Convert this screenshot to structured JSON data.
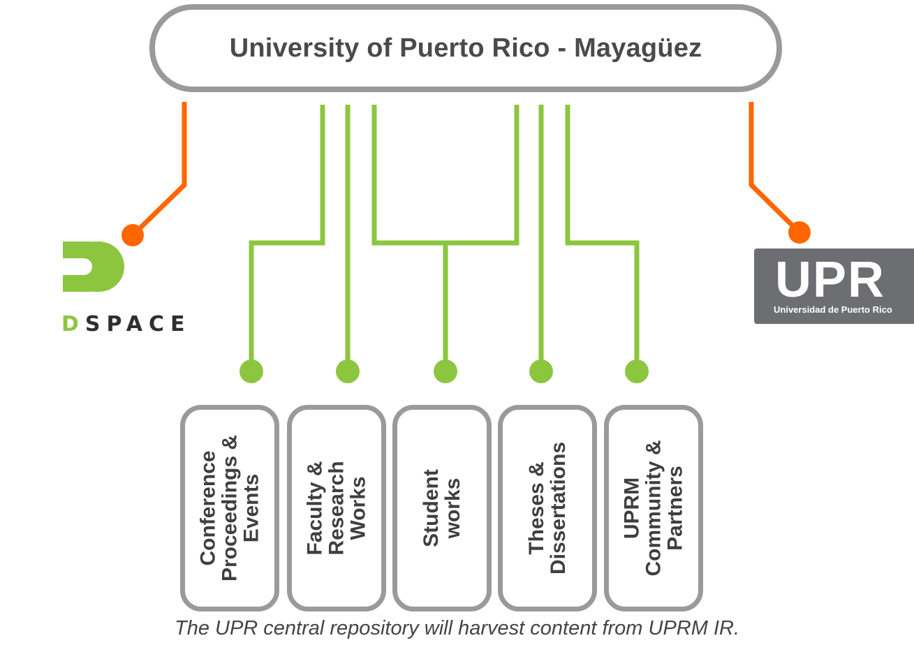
{
  "title": "University of Puerto Rico - Mayagüez",
  "categories": [
    {
      "lines": [
        "Conference",
        "Proceedings &",
        "Events"
      ]
    },
    {
      "lines": [
        "Faculty &",
        "Research",
        "Works"
      ]
    },
    {
      "lines": [
        "Student",
        "works"
      ]
    },
    {
      "lines": [
        "Theses &",
        "Dissertations"
      ]
    },
    {
      "lines": [
        "UPRM",
        "Community &",
        "Partners"
      ]
    }
  ],
  "logos": {
    "dspace": {
      "wordmark_first": "D",
      "wordmark_rest": "SPACE"
    },
    "upr": {
      "letters": "UPR",
      "subtitle": "Universidad de Puerto Rico"
    }
  },
  "caption": "The UPR central repository will harvest content from UPRM IR.",
  "colors": {
    "orange": "#ff6600",
    "green": "#8cc63f",
    "box_border": "#9a9a9a",
    "text": "#4a4a4a",
    "upr_gray": "#6d6e71"
  }
}
